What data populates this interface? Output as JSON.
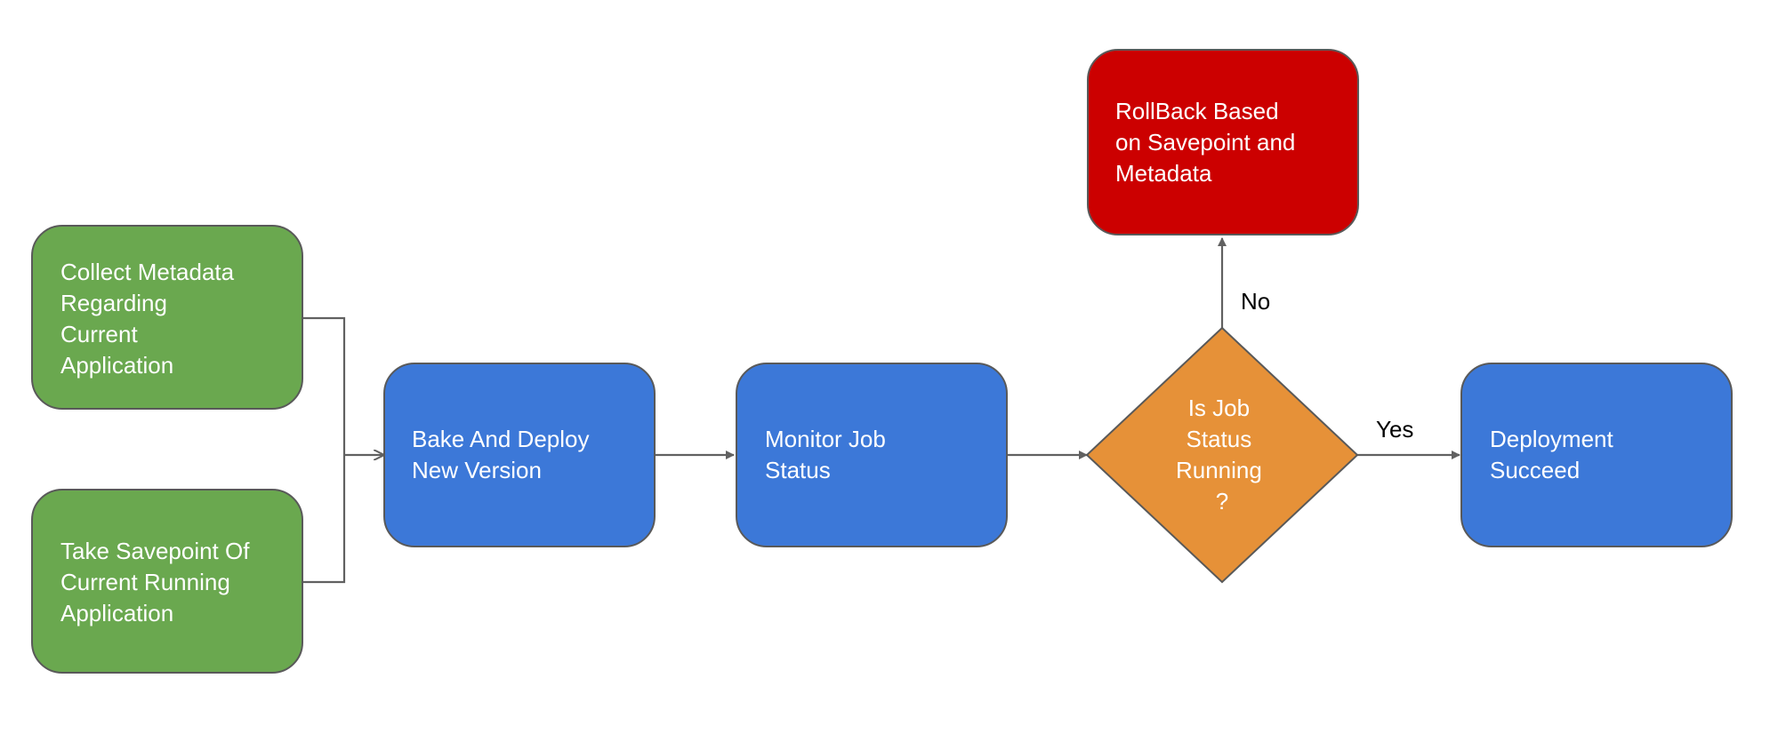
{
  "colors": {
    "start_fill": "#6aa84f",
    "process_fill": "#3c78d8",
    "decision_fill": "#e69138",
    "rollback_fill": "#cc0000",
    "stroke": "#595959",
    "connector": "#616161",
    "node_text": "#ffffff",
    "label_text": "#000000"
  },
  "nodes": {
    "collect_metadata": {
      "shape": "rounded-rect",
      "lines": [
        "Collect Metadata",
        "Regarding",
        "Current",
        "Application"
      ]
    },
    "take_savepoint": {
      "shape": "rounded-rect",
      "lines": [
        "Take Savepoint Of",
        "Current Running",
        "Application"
      ]
    },
    "bake_deploy": {
      "shape": "rounded-rect",
      "lines": [
        "Bake And Deploy",
        "New Version"
      ]
    },
    "monitor_job": {
      "shape": "rounded-rect",
      "lines": [
        "Monitor Job",
        "Status"
      ]
    },
    "decision": {
      "shape": "diamond",
      "lines": [
        "Is Job",
        "Status",
        "Running",
        "?"
      ]
    },
    "rollback": {
      "shape": "rounded-rect",
      "lines": [
        "RollBack Based",
        "on Savepoint and",
        "Metadata"
      ]
    },
    "deployment_succeed": {
      "shape": "rounded-rect",
      "lines": [
        "Deployment",
        "Succeed"
      ]
    }
  },
  "edges": {
    "yes_label": "Yes",
    "no_label": "No"
  }
}
